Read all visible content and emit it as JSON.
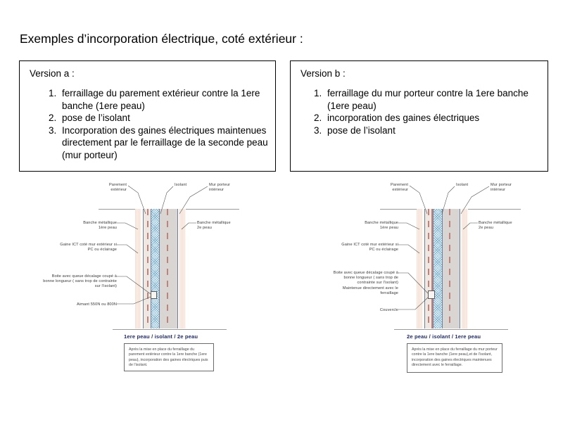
{
  "slide": {
    "title": "Exemples d’incorporation électrique, coté extérieur :"
  },
  "versions": [
    {
      "label": "Version a :",
      "steps": [
        "ferraillage du parement extérieur contre la 1ere banche (1ere peau)",
        "pose de l’isolant",
        "Incorporation des gaines électriques maintenues directement par le ferraillage de la seconde peau (mur porteur)"
      ]
    },
    {
      "label": "Version b :",
      "steps": [
        "ferraillage du mur porteur contre la 1ere banche (1ere peau)",
        "incorporation des gaines électriques",
        "pose de l’isolant"
      ]
    }
  ],
  "figures": [
    {
      "id": "figure-version-a",
      "callouts": {
        "parement": "Parement\nextérieur",
        "isolant": "Isolant",
        "mur_porteur": "Mur porteur\nintérieur",
        "banche_1ere": "Banche métallique\n1ère peau",
        "gaine_ict": "Gaine ICT coté mur extérieur si\nPC ou éclairage",
        "boite": "Boite avec queue décalage coupé à\nbonne longueur ( sans trop de contrainte\nsur l’isolant)",
        "aimant": "Aimant 550N ou 800N",
        "banche_2e": "Banche métallique\n2e peau"
      },
      "caption_title": "1ere peau / isolant / 2e peau",
      "caption_text": "Après la mise en place du ferraillage du parement extérieur contre la 1ere banche (1ere peau), incorporation des gaines électriques puis de l’isolant."
    },
    {
      "id": "figure-version-b",
      "callouts": {
        "parement": "Parement\nextérieur",
        "isolant": "Isolant",
        "mur_porteur": "Mur porteur\nintérieur",
        "banche_1ere": "Banche métallique\n1ère peau",
        "gaine_ict": "Gaine ICT coté mur extérieur si\nPC ou éclairage",
        "boite": "Boite avec queue décalage coupé à\nbonne longueur ( sans trop de\ncontrainte sur l’isolant)\nMaintenue directement avec le\nferraillage",
        "couvercle": "Couvercle",
        "banche_2e": "Banche métallique\n2e peau"
      },
      "caption_title": "2e peau / isolant / 1ere peau",
      "caption_text": "Après la mise en place du ferraillage du mur porteur contre la 1ere banche (1ere peau),et de l’isolant, incorporation des gaines électriques maintenues directement avec le ferraillage."
    }
  ],
  "colors": {
    "caption_title": "#1f2c6e",
    "insulation": "#dff0f7",
    "concrete": "#d8d5d3",
    "parement": "#efe7e2",
    "rebar": "#c0837c",
    "formwork": "#8a9ab5"
  }
}
